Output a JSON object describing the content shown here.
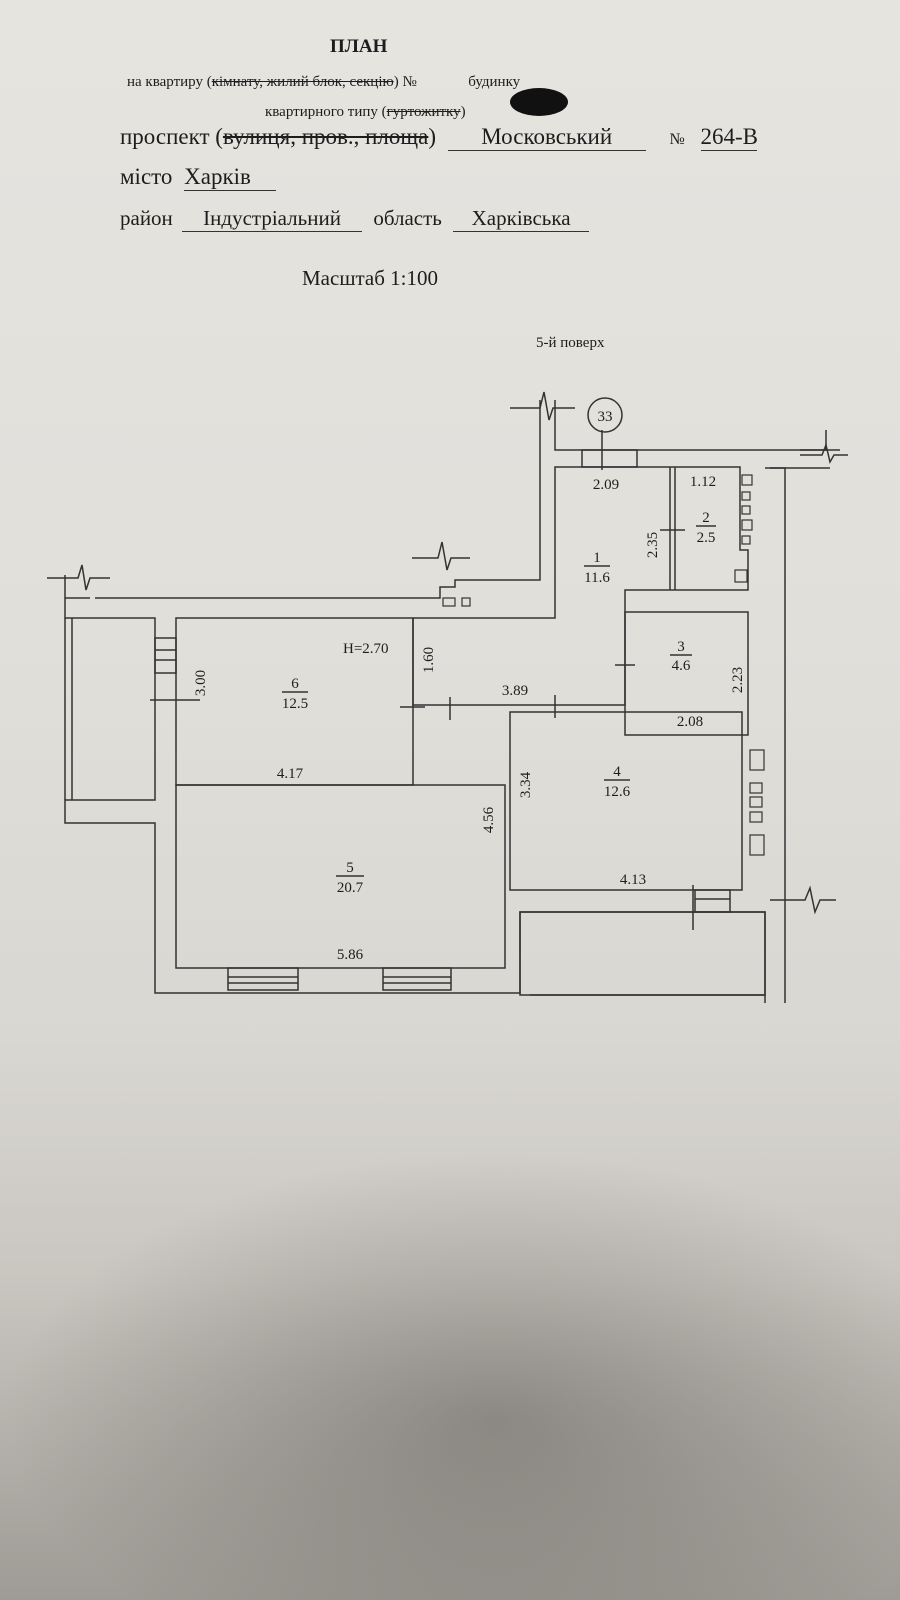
{
  "header": {
    "title": "ПЛАН",
    "line1_prefix": "на квартиру (",
    "line1_struck": "кімнату, жилий блок, секцію",
    "line1_suffix": ") №",
    "line1_end": "будинку",
    "line2_prefix": "квартирного типу (",
    "line2_struck": "гуртожитку",
    "line2_suffix": ")",
    "street_label": "проспект (",
    "street_struck": "вулиця, пров., площа",
    "street_close": ")",
    "street_value": "Московський",
    "number_label": "№",
    "number_value": "264-В",
    "city_label": "місто",
    "city_value": "Харків",
    "district_label": "район",
    "district_value": "Індустріальний",
    "region_label": "область",
    "region_value": "Харківська",
    "scale": "Масштаб 1:100"
  },
  "plan": {
    "floor": "5-й поверх",
    "axis_marker": "33",
    "ceiling_height": "H=2.70",
    "rooms": [
      {
        "number": "1",
        "area": "11.6"
      },
      {
        "number": "2",
        "area": "2.5"
      },
      {
        "number": "3",
        "area": "4.6"
      },
      {
        "number": "4",
        "area": "12.6"
      },
      {
        "number": "5",
        "area": "20.7"
      },
      {
        "number": "6",
        "area": "12.5"
      }
    ],
    "dimensions": {
      "d209": "2.09",
      "d112": "1.12",
      "d235": "2.35",
      "d160": "1.60",
      "d389": "3.89",
      "d300": "3.00",
      "d417": "4.17",
      "d223": "2.23",
      "d208": "2.08",
      "d334": "3.34",
      "d456": "4.56",
      "d413": "4.13",
      "d586": "5.86"
    }
  }
}
